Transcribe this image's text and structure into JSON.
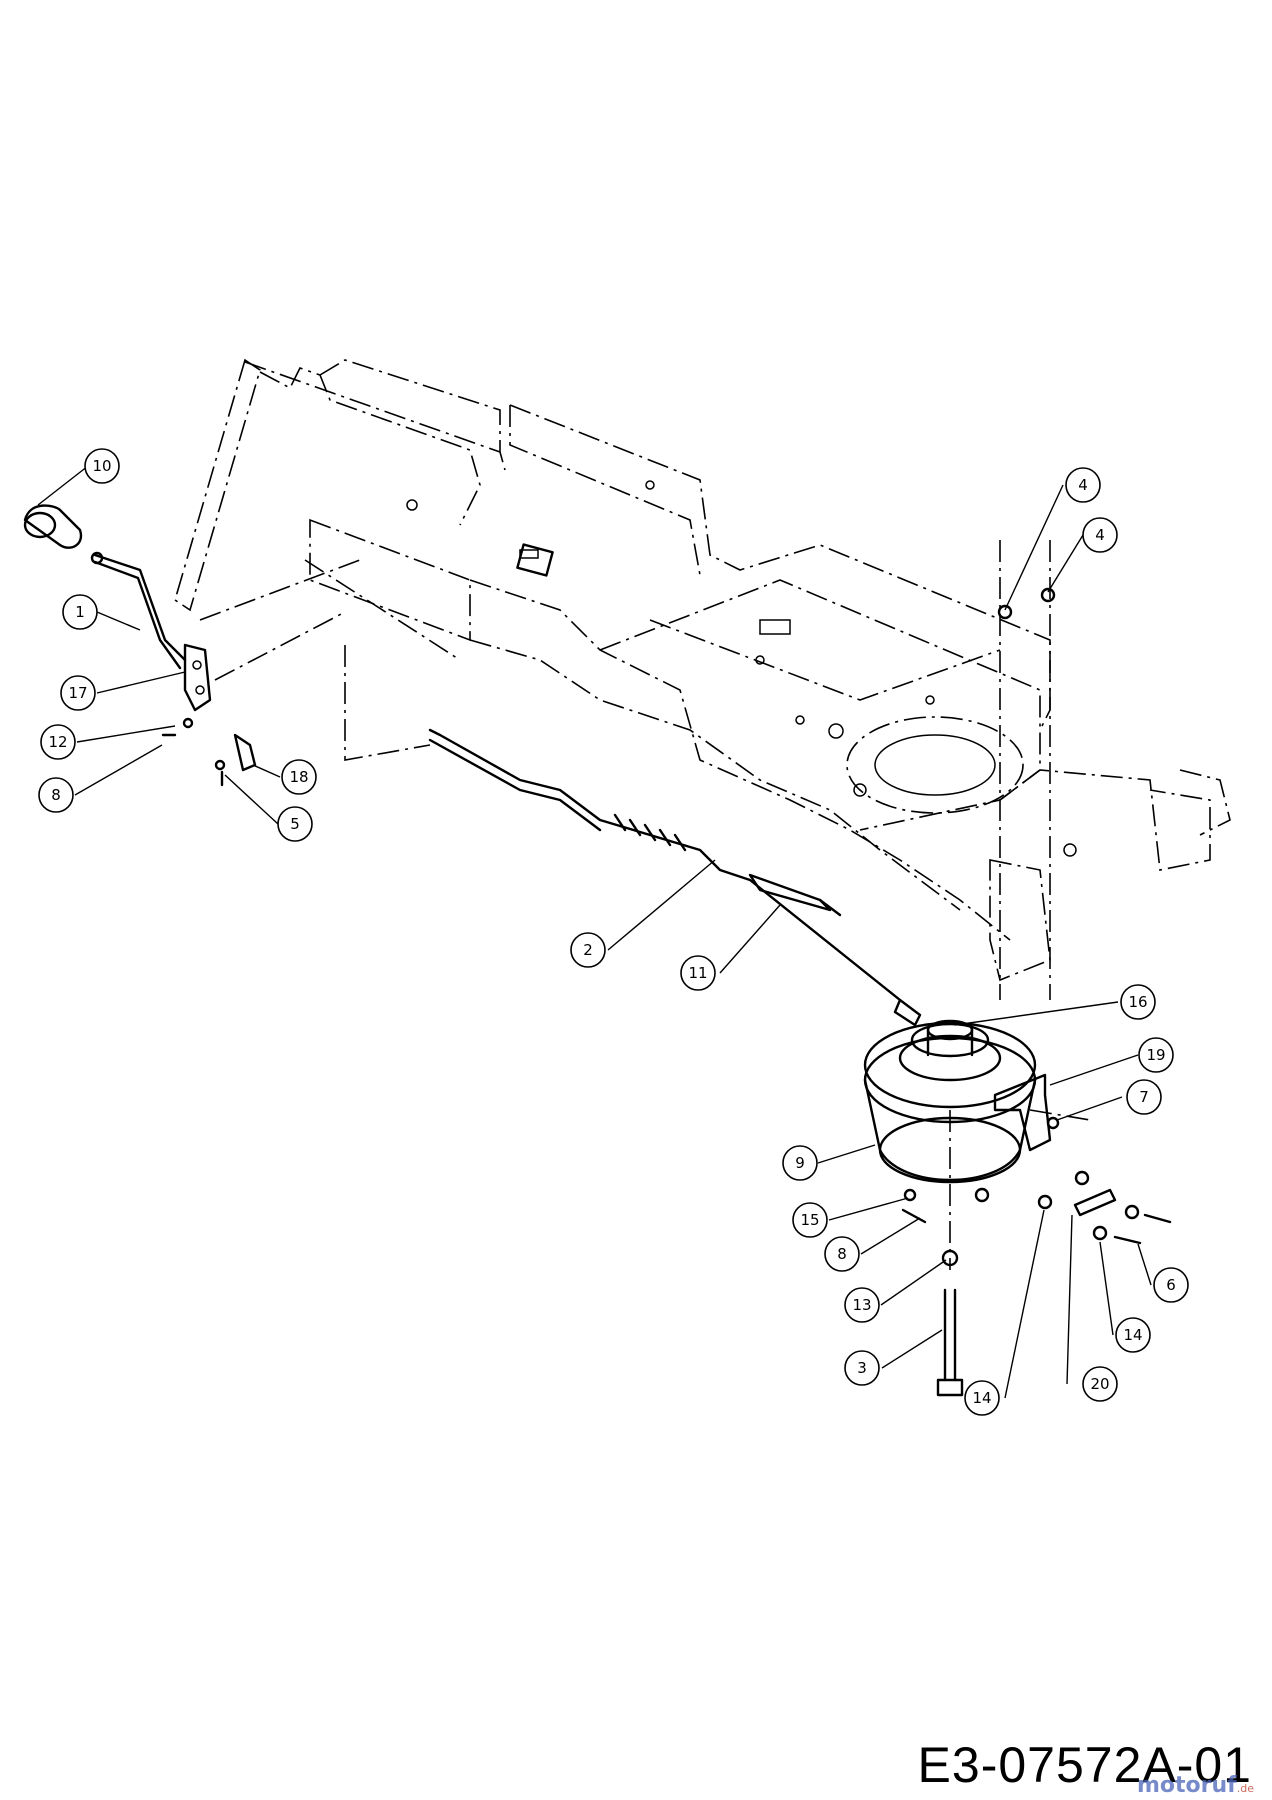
{
  "drawing": {
    "id": "E3-07572A-01",
    "watermark": "motoruf",
    "watermark_tld": ".de"
  },
  "callouts": [
    {
      "label": "10"
    },
    {
      "label": "1"
    },
    {
      "label": "17"
    },
    {
      "label": "12"
    },
    {
      "label": "8"
    },
    {
      "label": "18"
    },
    {
      "label": "5"
    },
    {
      "label": "4"
    },
    {
      "label": "4"
    },
    {
      "label": "2"
    },
    {
      "label": "11"
    },
    {
      "label": "16"
    },
    {
      "label": "19"
    },
    {
      "label": "7"
    },
    {
      "label": "9"
    },
    {
      "label": "15"
    },
    {
      "label": "8"
    },
    {
      "label": "13"
    },
    {
      "label": "3"
    },
    {
      "label": "14"
    },
    {
      "label": "20"
    },
    {
      "label": "14"
    },
    {
      "label": "6"
    }
  ]
}
